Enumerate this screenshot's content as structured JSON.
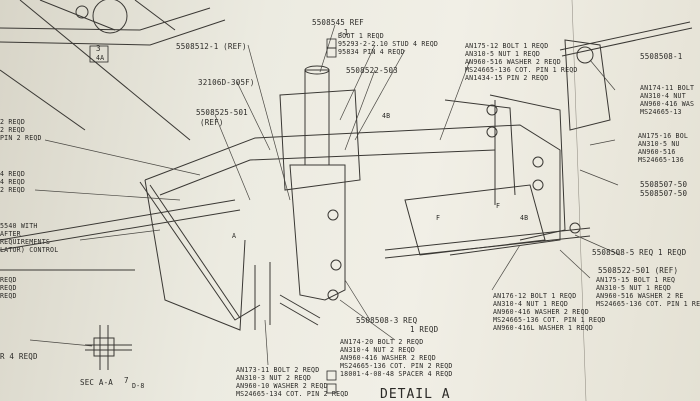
{
  "drawing": {
    "labels": {
      "l1": "5508512-1 (REF)",
      "l2": "5508545 REF",
      "l3_lines": [
        "BOOT 1 REQD",
        "95293-2-2.10 STUD 4 REQD",
        "95834 PIN 4 REQD"
      ],
      "l4_lines": [
        "AN175-12 BOLT 1 REQD",
        "AN310-5 NUT 1 REQD",
        "AN960-516 WASHER 2 REQD",
        "MS24665-136 COT. PIN 1 REQD",
        "AN1434-15 PIN 2 REQD"
      ],
      "l5": "5508508-1",
      "l6": "32106D-305F)",
      "l7": "5508522-503",
      "l8": "5508525-501",
      "l9": "(REF)",
      "l10_lines": [
        "AN174-11 BOLT",
        "AN310-4 NUT",
        "AN960-416 WAS",
        "MS24665-13"
      ],
      "l11_lines": [
        "AN175-16 BOL",
        "AN310-5 NU",
        "AN960-516",
        "MS24665-136"
      ],
      "l12": "5508507-50",
      "l13": "5508507-50",
      "l14_lines": [
        "2 REQD",
        "2 REQD",
        "PIN 2 REQD"
      ],
      "l15_lines": [
        "4 REQD",
        "4 REQD",
        "2 REQD"
      ],
      "l16_lines": [
        "5540 WITH",
        "AFTER",
        "REQUIREMENTS",
        "LATOR) CONTROL"
      ],
      "l17": "5508508-5 REQ 1 REQD",
      "l18": "5508522-501 (REF)",
      "l19_lines": [
        "AN175-15 BOLT 1 REQ",
        "AN310-5 NUT 1 REQD",
        "AN960-516 WASHER 2 RE",
        "MS24665-136 COT. PIN 1 RE"
      ],
      "l20_lines": [
        "AN176-12 BOLT 1 REQD",
        "AN310-4 NUT 1 REQD",
        "AN960-416 WASHER 2 REQD",
        "MS24665-136 COT. PIN 1 REQD",
        "AN960-416L WASHER 1 REQD"
      ],
      "l21_lines": [
        "REQD",
        "REQD",
        "REQD"
      ],
      "l22": "5508508-3 REQ",
      "l23": "1 REQD",
      "l24_lines": [
        "AN174-20 BOLT 2 REQD",
        "AN310-4 NUT 2 REQD",
        "AN960-416 WASHER 2 REQD",
        "MS24665-136 COT. PIN 2 REQD",
        "18001-4-08-48 SPACER 4 REQD"
      ],
      "l25_lines": [
        "AN173-11 BOLT 2 REQD",
        "AN310-3 NUT 2 REQD",
        "AN960-10 WASHER 2 REQD",
        "MS24665-134 COT. PIN 2 REQD"
      ],
      "l26": "R 4 REQD",
      "sec_label": "SEC A-A",
      "sec_ref": "7",
      "sec_ref2": "D-8",
      "detail_title": "DETAIL A",
      "note_box": "-1",
      "view_ref": "3",
      "view_ref2": "4A",
      "tag_4b": "4B",
      "tag_4b2": "4B",
      "tag_f1": "F",
      "tag_f2": "F",
      "tag_a": "A"
    }
  }
}
